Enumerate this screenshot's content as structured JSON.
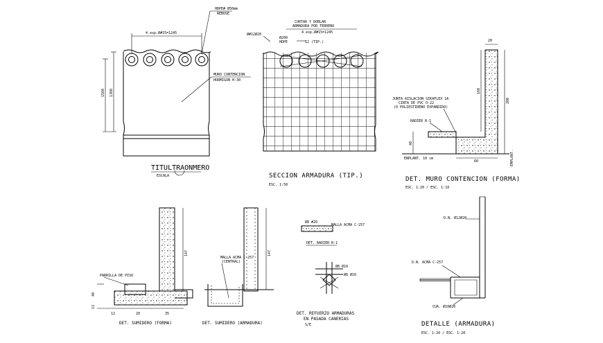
{
  "views": {
    "v1": {
      "title": "TITULTRAONMERO",
      "subtitle": "ESCALA",
      "pipe_label": "HDPE# Ø50mm",
      "pipe_label2": "REBOSE",
      "spacing": "4 esp.Ø#15=1245",
      "wall_label": "MURO CONTENCION",
      "wall_label2": "HORMIGON H-30",
      "dim_outer": "1360",
      "dim_inner": "1560"
    },
    "v2": {
      "title": "SECCION ARMADURA (TIP.)",
      "subtitle": "ESC. 1:50",
      "note1": "CORTAR Y DOBLAR",
      "note2": "ARMADURA POR TERRENO",
      "spacing": "4 esp.Ø#15=1245",
      "left_label": "Ø#12Ø20",
      "pipe": "Ø200",
      "pipe2": "HDPE",
      "tip": "12 (TIP.)"
    },
    "v3": {
      "title": "DET. MURO CONTENCION (FORMA)",
      "subtitle": "ESC. 1:20 / ESC. 1:10",
      "joint1": "JUNTA AISLACION SIKAFLEX 1A",
      "joint2": "CINTA DE PVC O-22",
      "joint3": "(O POLIESTIRENO EXPANDIDO)",
      "raiser": "RADIER R-1",
      "enplant": "ENPLANT. 10 cm",
      "d20": "20",
      "d160": "160",
      "d200": "200",
      "d40": "40",
      "d60": "60",
      "empl": "EMPLANT."
    },
    "v4": {
      "title": "DET. SUMIDERO (FORMA)",
      "label": "PARRILLA DE PISO",
      "d147": "147",
      "d12": "12",
      "d20": "20",
      "d35": "35",
      "d40": "40",
      "d13": "13"
    },
    "v5": {
      "title": "DET. SUMIDERO (ARMADURA)",
      "label1": "MALLA ACMA C-257",
      "label2": "(CENTRAL)",
      "d147": "147"
    },
    "v6": {
      "title": "DET. RADIER R-1",
      "title2": "DET. REFUERZO ARMADURAS",
      "title3": "EN PASADA CANERIAS",
      "subtitle": "S/E",
      "small1": "Ø8 #20",
      "small2": "MALLA ACMA C-257",
      "small3": "Ø8 Ø10",
      "small4": "Ø8 Ø10"
    },
    "v7": {
      "title": "DETALLE (ARMADURA)",
      "subtitle": "ESC. 1:20 / ESC. 1:20",
      "label1": "D.N. Ø12Ø20",
      "label2": "D.N. ACMA C-257",
      "label3": "CUA. Ø10Ø20"
    }
  }
}
